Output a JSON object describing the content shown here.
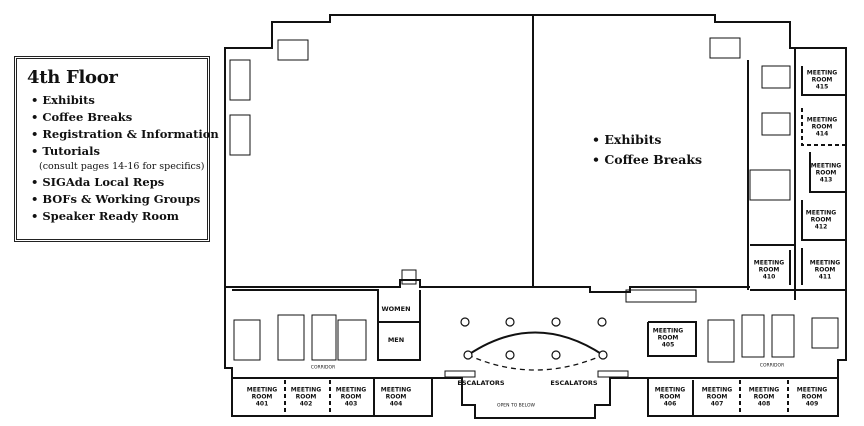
{
  "legend": {
    "title": "4th Floor",
    "items": [
      "Exhibits",
      "Coffee Breaks",
      "Registration & Information",
      "Tutorials"
    ],
    "note": "(consult pages 14-16 for specifics)",
    "items2": [
      "SIGAda Local Reps",
      "BOFs & Working Groups",
      "Speaker Ready Room"
    ]
  },
  "exhibit_hall": [
    "Exhibits",
    "Coffee Breaks"
  ],
  "room_word1": "MEETING",
  "room_word2": "ROOM",
  "rooms": {
    "r401": "401",
    "r402": "402",
    "r403": "403",
    "r404": "404",
    "r405": "405",
    "r406": "406",
    "r407": "407",
    "r408": "408",
    "r409": "409",
    "r410": "410",
    "r411": "411",
    "r412": "412",
    "r413": "413",
    "r414": "414",
    "r415": "415"
  },
  "labels": {
    "women": "WOMEN",
    "men": "MEN",
    "corridor": "CORRIDOR",
    "escalators": "ESCALATORS",
    "open_below": "OPEN TO BELOW"
  }
}
